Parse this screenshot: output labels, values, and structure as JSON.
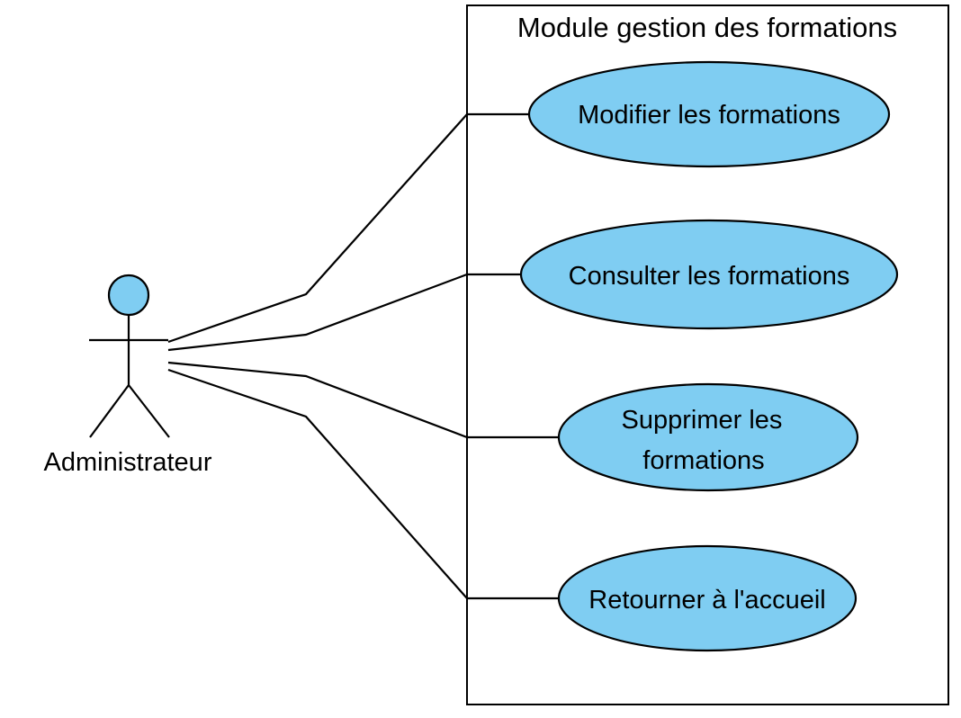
{
  "system": {
    "title": "Module gestion des formations"
  },
  "actor": {
    "name": "Administrateur"
  },
  "use_cases": [
    {
      "lines": [
        "Modifier les formations"
      ]
    },
    {
      "lines": [
        "Consulter les formations"
      ]
    },
    {
      "lines": [
        "Supprimer les",
        "formations"
      ]
    },
    {
      "lines": [
        "Retourner à l'accueil"
      ]
    }
  ],
  "colors": {
    "use_case_fill": "#7fcdf2",
    "actor_head_fill": "#7fcdf2",
    "stroke": "#000000",
    "background": "#ffffff"
  }
}
